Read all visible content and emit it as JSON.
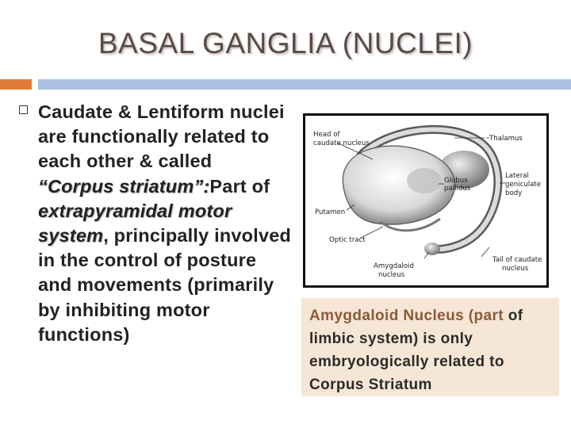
{
  "title": "BASAL GANGLIA (NUCLEI)",
  "body": {
    "part1": "Caudate & Lentiform nuclei are functionally related to each other & called ",
    "term1": "“Corpus striatum”:",
    "part2": "Part of ",
    "term2": "extrapyramidal motor system",
    "part3": ", principally involved in the control of posture and movements (primarily by inhibiting motor functions)"
  },
  "figure": {
    "labels": {
      "head_caudate": [
        "Head of",
        "caudate nucleus"
      ],
      "thalamus": "Thalamus",
      "globus_pallidus": [
        "Globus",
        "pallidus"
      ],
      "lateral_geniculate": [
        "Lateral",
        "geniculate",
        "body"
      ],
      "putamen": "Putamen",
      "optic_tract": "Optic tract",
      "tail_caudate": [
        "Tail of caudate",
        "nucleus"
      ],
      "amygdaloid": [
        "Amygdaloid",
        "nucleus"
      ]
    }
  },
  "caption": {
    "lead": "Amygdaloid Nucleus",
    "part_open": " (part",
    "rest": "of limbic system) is only embryologically related to Corpus Striatum"
  },
  "colors": {
    "title": "#5a4a45",
    "orange_bar": "#e07b39",
    "blue_bar": "#a9c0e0",
    "caption_bg": "#f6e6d6"
  }
}
